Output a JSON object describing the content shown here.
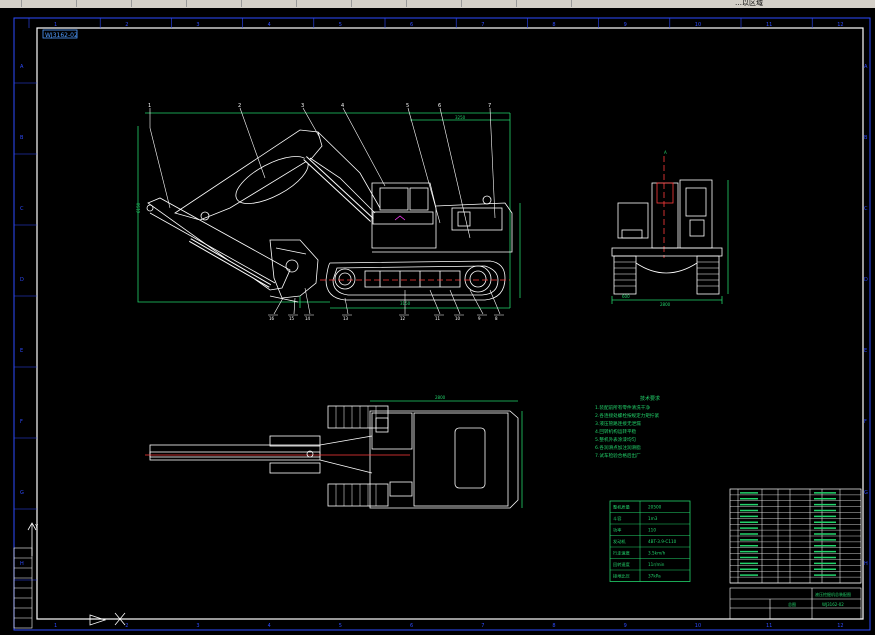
{
  "toolbar": {
    "title_fragment": "…以区域",
    "buttons": [
      "open-icon",
      "save-icon",
      "print-icon",
      "undo-icon",
      "redo-icon",
      "pan-icon",
      "zoom-icon",
      "text-icon",
      "layer-icon",
      "match-icon",
      "properties-icon"
    ]
  },
  "drawing": {
    "stamp": "WJ3162-02",
    "column_numbers": [
      "1",
      "2",
      "3",
      "4",
      "5",
      "6",
      "7",
      "8",
      "9",
      "10",
      "11",
      "12"
    ],
    "row_letters": [
      "A",
      "B",
      "C",
      "D",
      "E",
      "F",
      "G",
      "H"
    ],
    "tech_req_title": "技术要求",
    "tech_req_lines": [
      "1.装配前所有零件清洗干净",
      "2.各连接处螺栓按规定力矩拧紧",
      "3.液压管路连接无泄漏",
      "4.回转机构运转平稳",
      "5.整机外表涂漆均匀",
      "6.各润滑点加注润滑脂",
      "7.试车检验合格后出厂"
    ],
    "spec_table": [
      [
        "整机质量",
        "20500"
      ],
      [
        "斗容",
        "1m3"
      ],
      [
        "功率",
        "110"
      ],
      [
        "发动机",
        "4BT-3.9-C110"
      ],
      [
        "行走速度",
        "3.5km/h"
      ],
      [
        "回转速度",
        "11r/min"
      ],
      [
        "接地比压",
        "37kPa"
      ]
    ],
    "title_block": {
      "name": "液压挖掘机总装配图",
      "sheet": "总图",
      "drawing_no": "WJ3162-02"
    },
    "balloons_top": [
      "1",
      "2",
      "3",
      "4",
      "5",
      "6",
      "7"
    ],
    "balloons_bottom": [
      "16",
      "15",
      "14",
      "13",
      "12",
      "11",
      "10",
      "9",
      "8"
    ]
  }
}
